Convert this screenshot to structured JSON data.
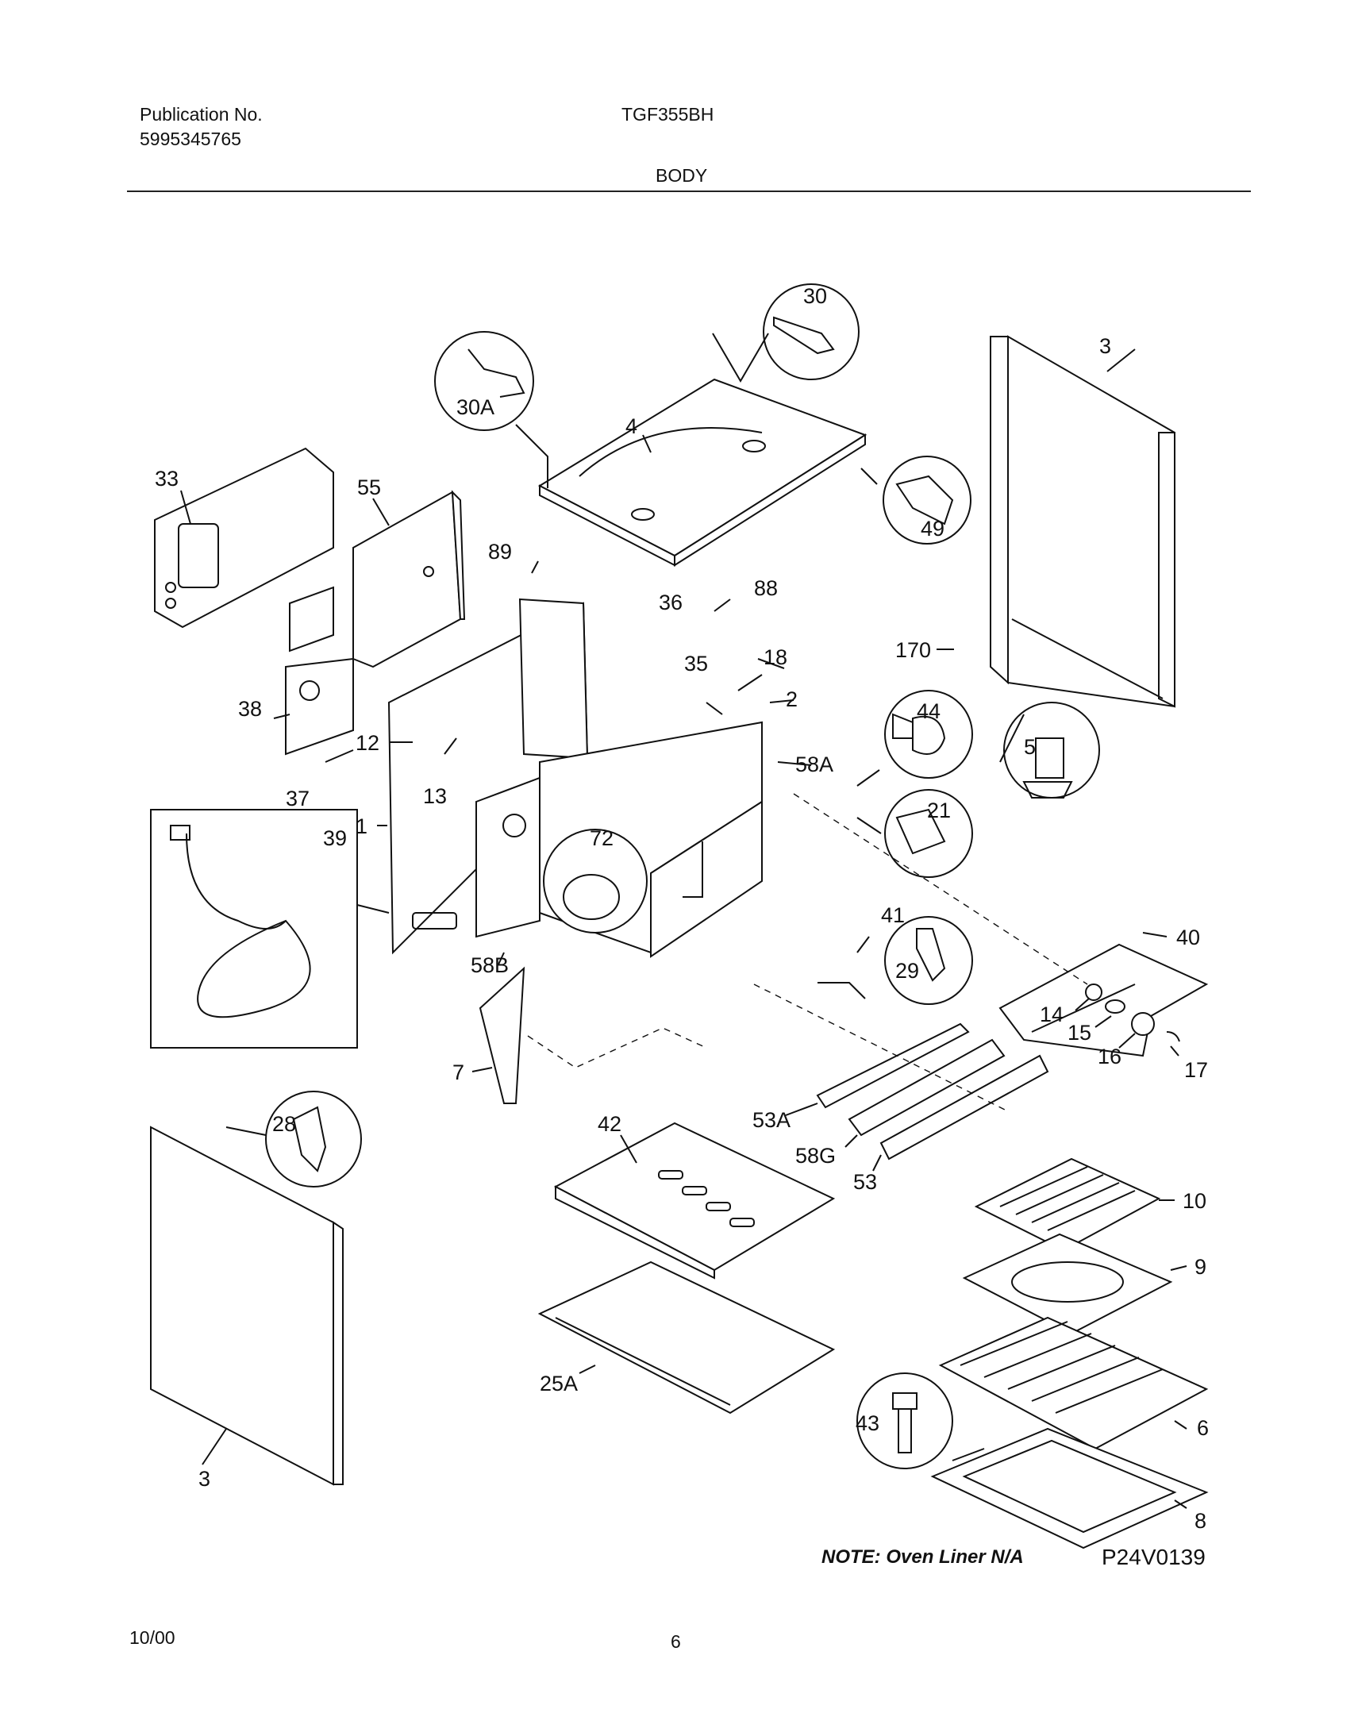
{
  "header": {
    "publication_label": "Publication No.",
    "publication_number": "5995345765",
    "model": "TGF355BH",
    "section": "BODY"
  },
  "diagram": {
    "parts": [
      {
        "id": "p3a",
        "label": "3"
      },
      {
        "id": "p30",
        "label": "30"
      },
      {
        "id": "p30a",
        "label": "30A"
      },
      {
        "id": "p4",
        "label": "4"
      },
      {
        "id": "p49",
        "label": "49"
      },
      {
        "id": "p33",
        "label": "33"
      },
      {
        "id": "p55",
        "label": "55"
      },
      {
        "id": "p89",
        "label": "89"
      },
      {
        "id": "p88",
        "label": "88"
      },
      {
        "id": "p36",
        "label": "36"
      },
      {
        "id": "p18",
        "label": "18"
      },
      {
        "id": "p35",
        "label": "35"
      },
      {
        "id": "p2",
        "label": "2"
      },
      {
        "id": "p170",
        "label": "170"
      },
      {
        "id": "p44",
        "label": "44"
      },
      {
        "id": "p5",
        "label": "5"
      },
      {
        "id": "p38",
        "label": "38"
      },
      {
        "id": "p12",
        "label": "12"
      },
      {
        "id": "p58a",
        "label": "58A"
      },
      {
        "id": "p13",
        "label": "13"
      },
      {
        "id": "p37",
        "label": "37"
      },
      {
        "id": "p21",
        "label": "21"
      },
      {
        "id": "p1",
        "label": "1"
      },
      {
        "id": "p39",
        "label": "39"
      },
      {
        "id": "p72",
        "label": "72"
      },
      {
        "id": "p40",
        "label": "40"
      },
      {
        "id": "p41",
        "label": "41"
      },
      {
        "id": "p29",
        "label": "29"
      },
      {
        "id": "p58b",
        "label": "58B"
      },
      {
        "id": "p14",
        "label": "14"
      },
      {
        "id": "p15",
        "label": "15"
      },
      {
        "id": "p16",
        "label": "16"
      },
      {
        "id": "p17",
        "label": "17"
      },
      {
        "id": "p7",
        "label": "7"
      },
      {
        "id": "p28",
        "label": "28"
      },
      {
        "id": "p42",
        "label": "42"
      },
      {
        "id": "p53a",
        "label": "53A"
      },
      {
        "id": "p58g",
        "label": "58G"
      },
      {
        "id": "p53",
        "label": "53"
      },
      {
        "id": "p10",
        "label": "10"
      },
      {
        "id": "p9",
        "label": "9"
      },
      {
        "id": "p25a",
        "label": "25A"
      },
      {
        "id": "p43",
        "label": "43"
      },
      {
        "id": "p6",
        "label": "6"
      },
      {
        "id": "p3b",
        "label": "3"
      },
      {
        "id": "p8",
        "label": "8"
      }
    ],
    "note": "NOTE: Oven Liner N/A",
    "drawing_code": "P24V0139"
  },
  "footer": {
    "date": "10/00",
    "page": "6"
  }
}
